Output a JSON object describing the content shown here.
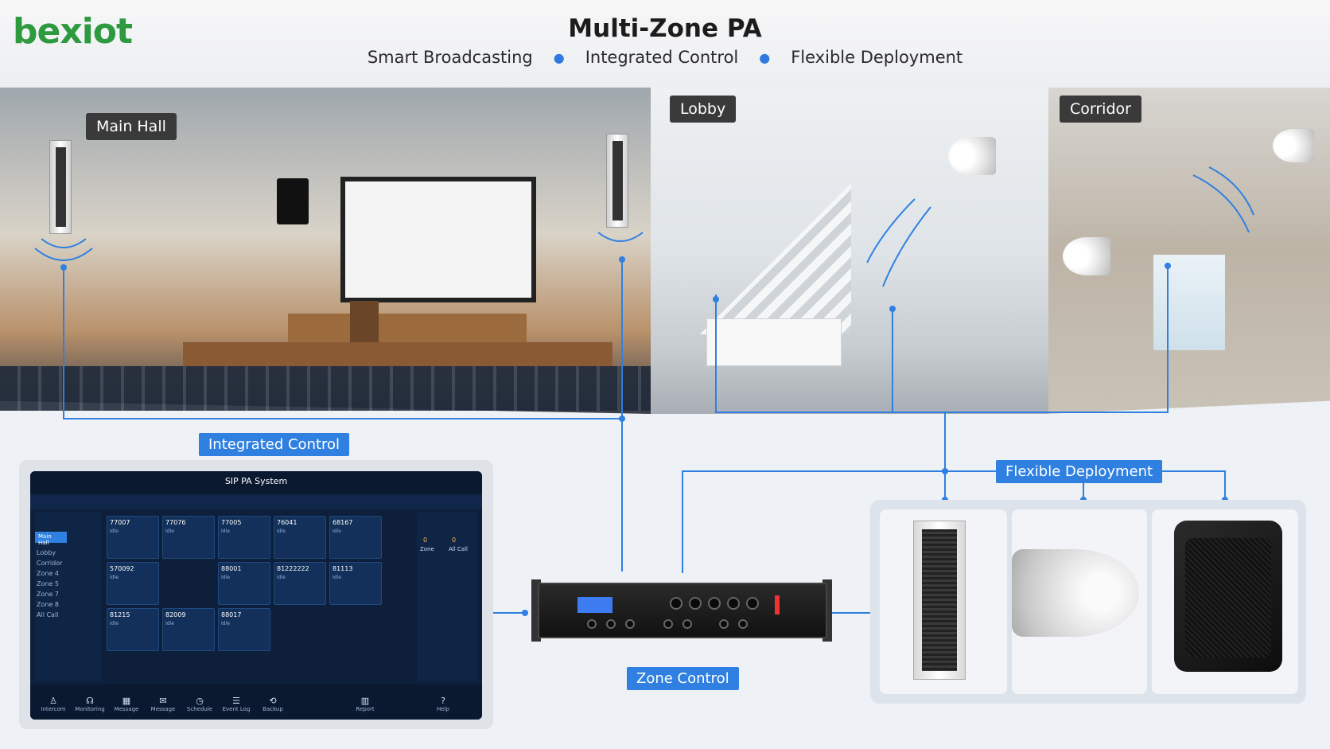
{
  "brand": {
    "logo_text": "bexiot"
  },
  "header": {
    "title": "Multi-Zone PA",
    "taglines": [
      "Smart Broadcasting",
      "Integrated Control",
      "Flexible Deployment"
    ]
  },
  "zones": {
    "main_hall": "Main Hall",
    "lobby": "Lobby",
    "corridor": "Corridor"
  },
  "tags": {
    "integrated_control": "Integrated Control",
    "zone_control": "Zone Control",
    "flexible_deployment": "Flexible Deployment"
  },
  "dashboard": {
    "title": "SIP PA System",
    "sidebar_active": "Main Hall",
    "sidebar_items": [
      "Lobby",
      "Corridor",
      "Zone 4",
      "Zone 5",
      "Zone 7",
      "Zone 8",
      "All Call"
    ],
    "cards": [
      {
        "id": "77007",
        "status": "Idle"
      },
      {
        "id": "77076",
        "status": "Idle"
      },
      {
        "id": "77005",
        "status": "Idle"
      },
      {
        "id": "76041",
        "status": "Idle"
      },
      {
        "id": "68167",
        "status": "Idle"
      },
      {
        "id": "570092",
        "status": "Idle"
      },
      {
        "id": "88001",
        "status": "Idle"
      },
      {
        "id": "81222222",
        "status": "Idle"
      },
      {
        "id": "81113",
        "status": "Idle"
      },
      {
        "id": "81215",
        "status": "Idle"
      },
      {
        "id": "82009",
        "status": "Idle"
      },
      {
        "id": "88017",
        "status": "Idle"
      }
    ],
    "right_panel": {
      "label_a": "Zone",
      "label_b": "All Call",
      "value_a": "0",
      "value_b": "0"
    },
    "nav": [
      "Intercom",
      "Monitoring",
      "Message",
      "Message",
      "Schedule",
      "Event Log",
      "Backup",
      "Report",
      "Help"
    ]
  },
  "colors": {
    "accent": "#2f80e0",
    "wire": "#2f80e0",
    "logo_green": "#2e9a3f",
    "logo_red": "#d23a2a"
  }
}
